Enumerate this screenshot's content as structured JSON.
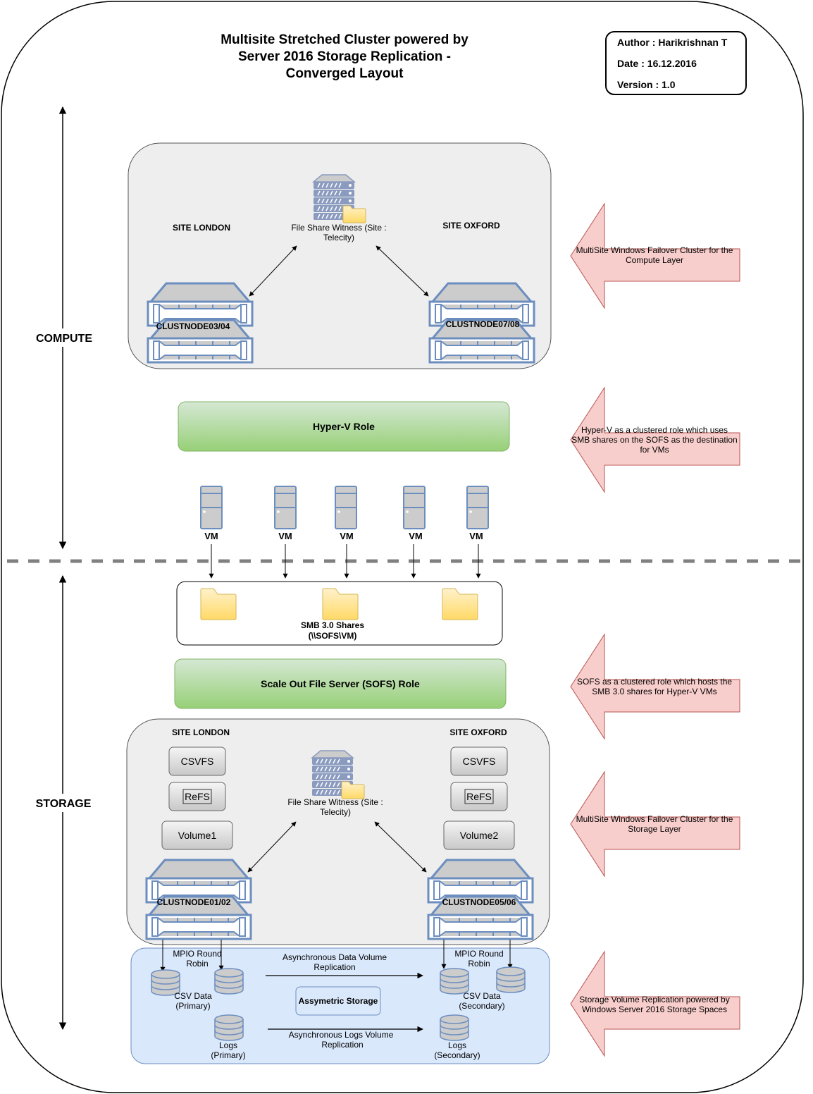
{
  "title": {
    "lines": [
      "Multisite Stretched Cluster powered by",
      "Server 2016 Storage Replication -",
      "Converged Layout"
    ]
  },
  "info_box": {
    "author": "Author : Harikrishnan T",
    "date": "Date : 16.12.2016",
    "version": "Version : 1.0"
  },
  "layers": {
    "compute": "COMPUTE",
    "storage": "STORAGE"
  },
  "compute_cluster": {
    "site_left": "SITE LONDON",
    "site_right": "SITE OXFORD",
    "witness_line1": "File Share Witness  (Site :",
    "witness_line2": "Telecity)",
    "node_left": "CLUSTNODE03/04",
    "node_right": "CLUSTNODE07/08"
  },
  "hyperv_role": "Hyper-V Role",
  "vms": [
    "VM",
    "VM",
    "VM",
    "VM",
    "VM"
  ],
  "smb_shares": {
    "line1": "SMB 3.0 Shares",
    "line2": "(\\\\SOFS\\VM)"
  },
  "sofs_role": "Scale Out File Server  (SOFS) Role",
  "storage_cluster": {
    "site_left": "SITE LONDON",
    "site_right": "SITE OXFORD",
    "csvfs_left": "CSVFS",
    "csvfs_right": "CSVFS",
    "refs_left": "ReFS",
    "refs_right": "ReFS",
    "volume_left": "Volume1",
    "volume_right": "Volume2",
    "witness_line1": "File Share Witness  (Site :",
    "witness_line2": "Telecity)",
    "node_left": "CLUSTNODE01/02",
    "node_right": "CLUSTNODE05/06"
  },
  "replication": {
    "mpio_left_1": "MPIO Round",
    "mpio_left_2": "Robin",
    "mpio_right_1": "MPIO Round",
    "mpio_right_2": "Robin",
    "data_repl_1": "Asynchronous Data Volume",
    "data_repl_2": "Replication",
    "logs_repl_1": "Asynchronous Logs Volume",
    "logs_repl_2": "Replication",
    "asym": "Assymetric Storage",
    "csv_primary_1": "CSV Data",
    "csv_primary_2": "(Primary)",
    "csv_secondary_1": "CSV Data",
    "csv_secondary_2": "(Secondary)",
    "logs_primary_1": "Logs",
    "logs_primary_2": "(Primary)",
    "logs_secondary_1": "Logs",
    "logs_secondary_2": "(Secondary)"
  },
  "callouts": {
    "compute_cluster": [
      "MultiSite Windows Failover Cluster for the",
      "Compute Layer"
    ],
    "hyperv": [
      "Hyper-V as a clustered role which uses",
      "SMB shares on the SOFS as the destination",
      "for VMs"
    ],
    "sofs": [
      "SOFS as a clustered role which hosts the",
      "SMB 3.0 shares for Hyper-V VMs"
    ],
    "storage_cluster": [
      "MultiSite Windows Failover Cluster for the",
      "Storage Layer"
    ],
    "replication": [
      "Storage Volume Replication powered by",
      "Windows Server 2016 Storage Spaces"
    ]
  },
  "colors": {
    "cluster_fill": "#eeeeee",
    "role_green_top": "#d5e8d4",
    "role_green_bottom": "#97d077",
    "callout_pink": "#f8cecc",
    "callout_stroke": "#b85450",
    "storage_blue": "#dae8fc",
    "storage_stroke": "#6c8ebf",
    "server_blue": "#6c8ebf",
    "folder_yellow": "#ffd966"
  }
}
